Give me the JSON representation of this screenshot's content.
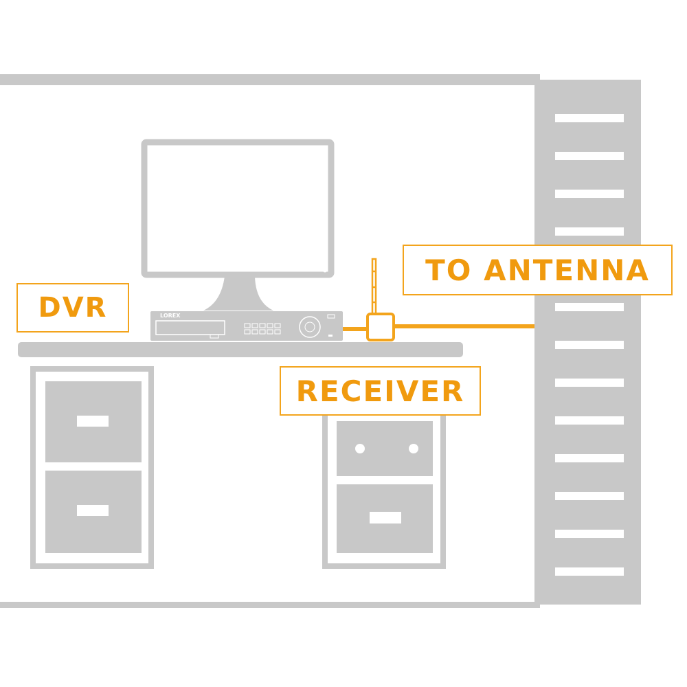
{
  "diagram": {
    "labels": {
      "dvr": "DVR",
      "antenna": "TO ANTENNA",
      "receiver": "RECEIVER"
    },
    "dvr_brand": "LOREX",
    "colors": {
      "structure_gray": "#c8c8c8",
      "accent_orange": "#f3a41c",
      "label_text_orange": "#f09a0e",
      "background": "#ffffff"
    },
    "icons": [
      "monitor-icon",
      "dvr-icon",
      "receiver-icon",
      "antenna-icon",
      "filing-cabinet-icon",
      "desk-drawer-icon",
      "ladder-icon"
    ]
  }
}
